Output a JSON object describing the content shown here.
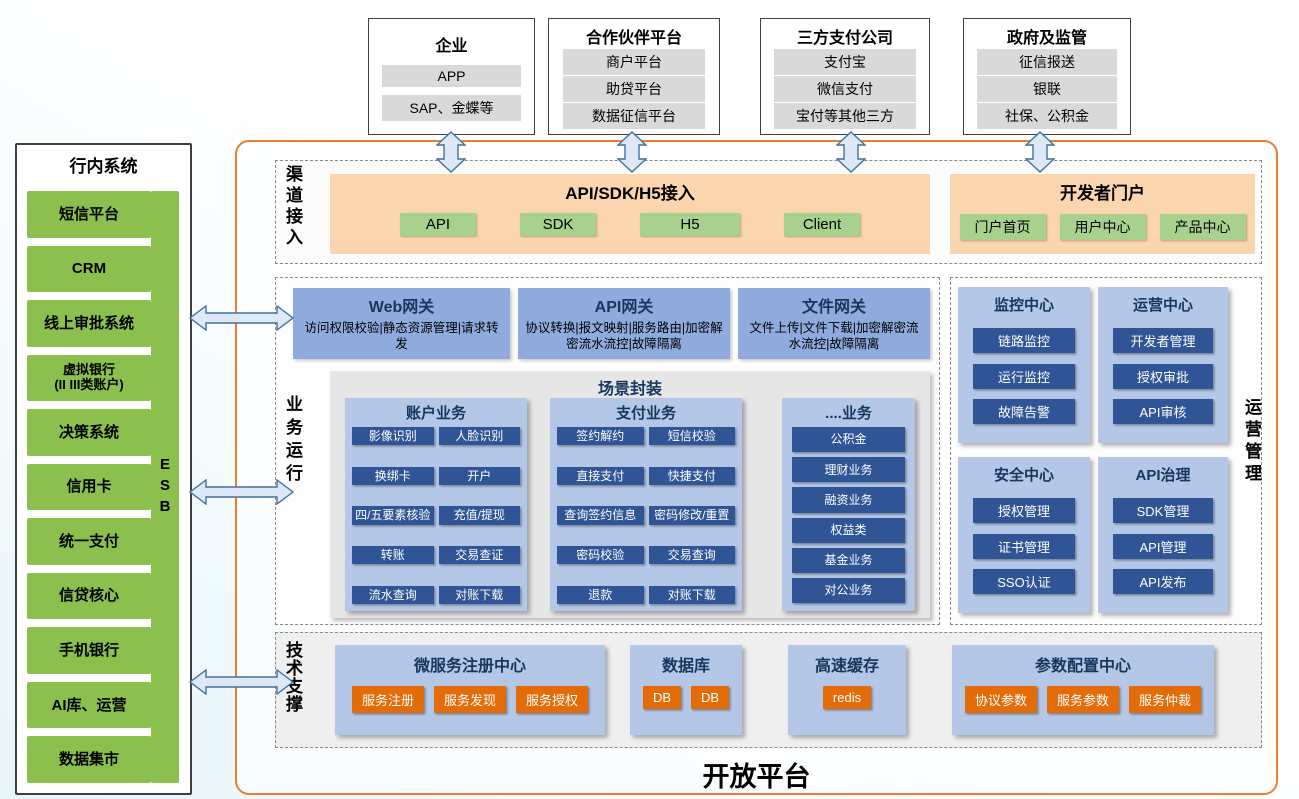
{
  "top_boxes": [
    {
      "title": "企业",
      "items": [
        "APP",
        "SAP、金蝶等"
      ]
    },
    {
      "title": "合作伙伴平台",
      "items": [
        "商户平台",
        "助贷平台",
        "数据征信平台"
      ]
    },
    {
      "title": "三方支付公司",
      "items": [
        "支付宝",
        "微信支付",
        "宝付等其他三方"
      ]
    },
    {
      "title": "政府及监管",
      "items": [
        "征信报送",
        "银联",
        "社保、公积金"
      ]
    }
  ],
  "sidebar": {
    "title": "行内系统",
    "esb": "ESB",
    "items": [
      "短信平台",
      "CRM",
      "线上审批系统",
      "虚拟银行\n(II III类账户)",
      "决策系统",
      "信用卡",
      "统一支付",
      "信贷核心",
      "手机银行",
      "AI库、运营",
      "数据集市"
    ]
  },
  "channel": {
    "label": "渠道接入",
    "api_access": {
      "title": "API/SDK/H5接入",
      "items": [
        "API",
        "SDK",
        "H5",
        "Client"
      ]
    },
    "dev_portal": {
      "title": "开发者门户",
      "items": [
        "门户首页",
        "用户中心",
        "产品中心"
      ]
    }
  },
  "business": {
    "label": "业务运行",
    "gateways": [
      {
        "title": "Web网关",
        "desc": "访问权限校验|静态资源管理|请求转发"
      },
      {
        "title": "API网关",
        "desc": "协议转换|报文映射|服务路由|加密解密流水流控|故障隔离"
      },
      {
        "title": "文件网关",
        "desc": "文件上传|文件下载|加密解密流水流控|故障隔离"
      }
    ],
    "scene": {
      "title": "场景封装",
      "columns": [
        {
          "title": "账户业务",
          "items": [
            "影像识别",
            "人脸识别",
            "换绑卡",
            "开户",
            "四/五要素核验",
            "充值/提现",
            "转账",
            "交易查证",
            "流水查询",
            "对账下载"
          ]
        },
        {
          "title": "支付业务",
          "items": [
            "签约解约",
            "短信校验",
            "直接支付",
            "快捷支付",
            "查询签约信息",
            "密码修改/重置",
            "密码校验",
            "交易查询",
            "退款",
            "对账下载"
          ]
        },
        {
          "title": "....业务",
          "items": [
            "公积金",
            "理财业务",
            "融资业务",
            "权益类",
            "基金业务",
            "对公业务"
          ]
        }
      ]
    }
  },
  "ops": {
    "label": "运营管理",
    "panels": [
      {
        "title": "监控中心",
        "items": [
          "链路监控",
          "运行监控",
          "故障告警"
        ]
      },
      {
        "title": "运营中心",
        "items": [
          "开发者管理",
          "授权审批",
          "API审核"
        ]
      },
      {
        "title": "安全中心",
        "items": [
          "授权管理",
          "证书管理",
          "SSO认证"
        ]
      },
      {
        "title": "API治理",
        "items": [
          "SDK管理",
          "API管理",
          "API发布"
        ]
      }
    ]
  },
  "tech": {
    "label": "技术支撑",
    "panels": [
      {
        "title": "微服务注册中心",
        "items": [
          "服务注册",
          "服务发现",
          "服务授权"
        ]
      },
      {
        "title": "数据库",
        "items": [
          "DB",
          "DB"
        ]
      },
      {
        "title": "高速缓存",
        "items": [
          "redis"
        ]
      },
      {
        "title": "参数配置中心",
        "items": [
          "协议参数",
          "服务参数",
          "服务仲裁"
        ]
      }
    ]
  },
  "platform_title": "开放平台"
}
